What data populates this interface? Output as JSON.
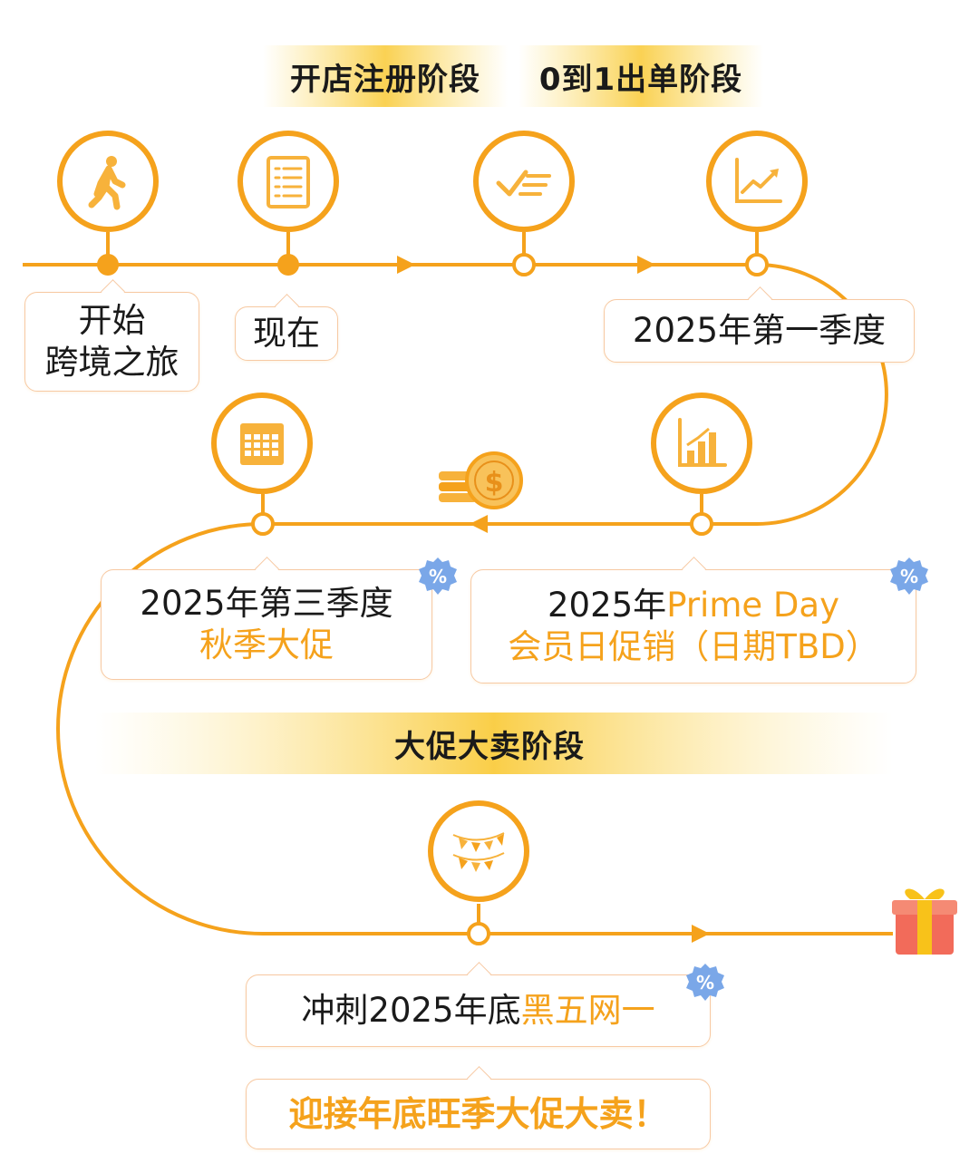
{
  "stages": {
    "stage1": "开店注册阶段",
    "stage2": "0到1出单阶段",
    "stage3": "大促大卖阶段"
  },
  "steps": {
    "start": {
      "line1": "开始",
      "line2": "跨境之旅",
      "icon": "walking-person-icon"
    },
    "now": {
      "label": "现在",
      "icon": "checklist-icon"
    },
    "orders": {
      "icon": "check-list-icon"
    },
    "q1": {
      "label": "2025年第一季度",
      "icon": "line-chart-icon"
    },
    "prime": {
      "line1a": "2025年",
      "line1b": "Prime Day",
      "line2": "会员日促销（日期TBD）",
      "icon": "bar-chart-icon"
    },
    "q3": {
      "line1": "2025年第三季度",
      "line2": "秋季大促",
      "icon": "calendar-icon"
    },
    "bf": {
      "part1": "冲刺2025年底",
      "part2": "黑五网一",
      "icon": "bunting-flags-icon"
    },
    "final": {
      "label": "迎接年底旺季大促大卖！"
    }
  },
  "colors": {
    "accent": "#f5a21c",
    "stage_highlight": "#f8c21a",
    "label_border": "#f7c9a3",
    "badge": "#7aa7e8"
  }
}
